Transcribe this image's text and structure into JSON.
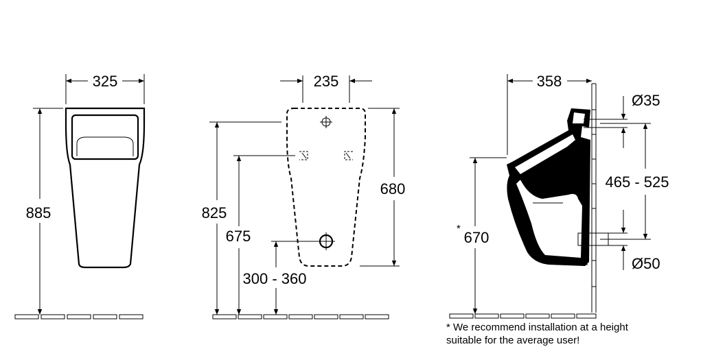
{
  "dimensions": {
    "front_width": "325",
    "front_height": "885",
    "back_width": "235",
    "back_height_total": "825",
    "back_height_mid": "675",
    "back_outline_height": "680",
    "back_outlet_range": "300 - 360",
    "side_depth": "358",
    "inlet_diameter": "Ø35",
    "inlet_outlet_range": "465 - 525",
    "outlet_diameter": "Ø50",
    "recommended_height": "670",
    "asterisk": "*"
  },
  "note": {
    "line1": "* We recommend installation at a height",
    "line2": "suitable  for the average user!"
  }
}
